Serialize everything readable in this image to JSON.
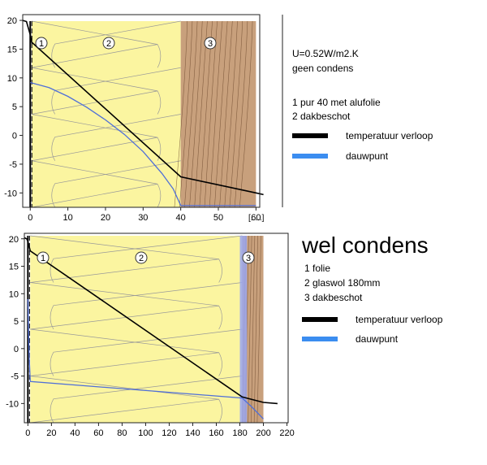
{
  "chart_data": [
    {
      "type": "line",
      "title": "",
      "xlabel": "",
      "ylabel": "",
      "xlim": [
        -2,
        61
      ],
      "ylim": [
        -12.5,
        21
      ],
      "x_ticks": [
        0,
        10,
        20,
        30,
        40,
        50,
        60
      ],
      "y_ticks": [
        -10,
        -5,
        0,
        5,
        10,
        15,
        20
      ],
      "x_overflow_label": "[.....]",
      "layers": [
        {
          "label": "1",
          "x_from": 0,
          "x_to": 0.4,
          "color": "#ffffff"
        },
        {
          "label": "2",
          "x_from": 0.4,
          "x_to": 40,
          "color": "#fbf5a0"
        },
        {
          "label": "3",
          "x_from": 40,
          "x_to": 60,
          "color": "#c8a07c"
        }
      ],
      "series": [
        {
          "name": "temperatuur verloop",
          "color": "#000000",
          "x": [
            -2,
            -1,
            0,
            0.4,
            40,
            60,
            62
          ],
          "y": [
            20,
            19.8,
            17.5,
            16.2,
            -7.2,
            -10.0,
            -10.3
          ]
        },
        {
          "name": "dauwpunt",
          "color": "#4f6fd8",
          "x": [
            0,
            5,
            10,
            15,
            20,
            25,
            30,
            35,
            38,
            40,
            60
          ],
          "y": [
            9.2,
            8.3,
            6.8,
            4.9,
            2.7,
            0.2,
            -2.8,
            -6.6,
            -9.3,
            -12.2,
            -12.2
          ]
        }
      ]
    },
    {
      "type": "line",
      "title": "",
      "xlabel": "",
      "ylabel": "",
      "xlim": [
        -3,
        221
      ],
      "ylim": [
        -13.5,
        21
      ],
      "x_ticks": [
        0,
        20,
        40,
        60,
        80,
        100,
        120,
        140,
        160,
        180,
        200,
        220
      ],
      "y_ticks": [
        -10,
        -5,
        0,
        5,
        10,
        15,
        20
      ],
      "layers": [
        {
          "label": "1",
          "x_from": 0,
          "x_to": 2,
          "color": "#ffffff"
        },
        {
          "label": "2",
          "x_from": 2,
          "x_to": 182,
          "color": "#fbf5a0"
        },
        {
          "label": "3",
          "x_from": 182,
          "x_to": 200,
          "color": "#c8a07c"
        }
      ],
      "series": [
        {
          "name": "temperatuur verloop",
          "color": "#000000",
          "x": [
            -3,
            -1,
            0,
            2,
            182,
            200,
            212
          ],
          "y": [
            20.2,
            20,
            19.5,
            17.8,
            -8.8,
            -9.8,
            -10.0
          ]
        },
        {
          "name": "dauwpunt",
          "color": "#4f6fd8",
          "x": [
            0,
            1,
            2,
            182,
            190,
            200
          ],
          "y": [
            9.0,
            -1.0,
            -6.0,
            -9.0,
            -10.6,
            -12.8
          ]
        }
      ]
    }
  ],
  "top_info": {
    "u_value": "U=0.52W/m2.K",
    "condensation": "geen condens",
    "layer1": "1 pur 40 met alufolie",
    "layer2": "2 dakbeschot",
    "legend_temp": "temperatuur  verloop",
    "legend_dew": "dauwpunt"
  },
  "bottom_info": {
    "headline": "wel condens",
    "layer1": "1 folie",
    "layer2": "2 glaswol 180mm",
    "layer3": "3 dakbeschot",
    "legend_temp": "temperatuur  verloop",
    "legend_dew": "dauwpunt"
  },
  "colors": {
    "temperature": "#000000",
    "dewpoint": "#4f6fd8",
    "insulation": "#fbf5a0",
    "wood": "#c8a07c",
    "condensation_band": "#9aa6ee"
  }
}
